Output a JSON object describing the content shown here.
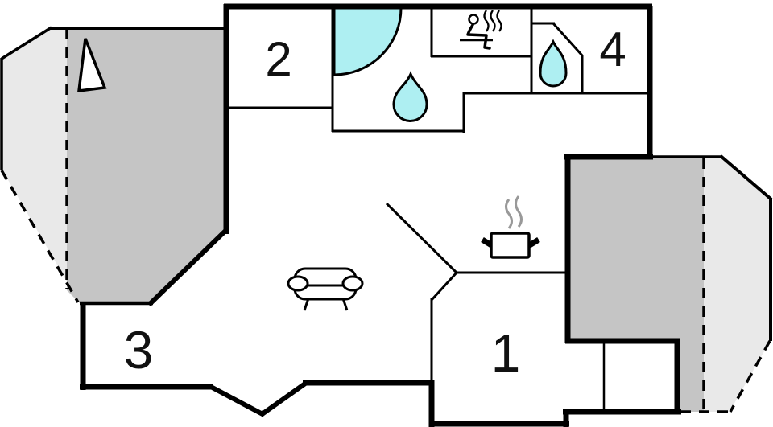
{
  "plan": {
    "type": "floor-plan",
    "rooms": [
      {
        "number": "1"
      },
      {
        "number": "2"
      },
      {
        "number": "3"
      },
      {
        "number": "4"
      }
    ],
    "icons": {
      "sauna": "sauna-person-with-steam",
      "shower": "shower-door-arc",
      "bathroom_drop": "water-drop",
      "wc_drop": "water-drop",
      "kitchen": "cooking-pot-with-steam",
      "living_room": "sofa",
      "north_marker": "triangle-arrow"
    },
    "colors": {
      "wall": "#000000",
      "terrace_dark": "#c5c5c5",
      "terrace_light": "#e9e9e9",
      "water": "#aeeff2",
      "steam": "#999999",
      "background": "#ffffff",
      "label": "#111111"
    }
  }
}
